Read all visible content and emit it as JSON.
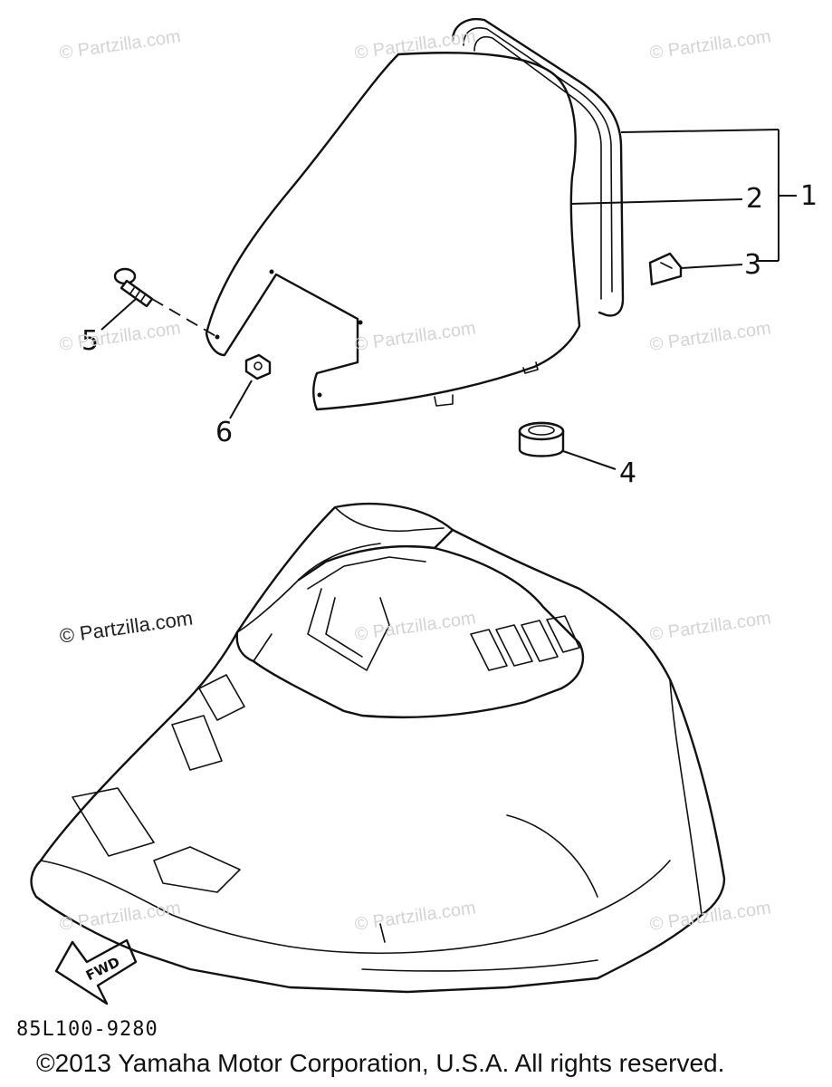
{
  "diagram": {
    "callouts": [
      "1",
      "2",
      "3",
      "4",
      "5",
      "6"
    ],
    "fwd_label": "FWD",
    "drawing_code": "85L100-9280",
    "copyright": "©2013 Yamaha Motor Corporation, U.S.A. All rights reserved."
  },
  "watermarks": {
    "text": "© Partzilla.com"
  }
}
